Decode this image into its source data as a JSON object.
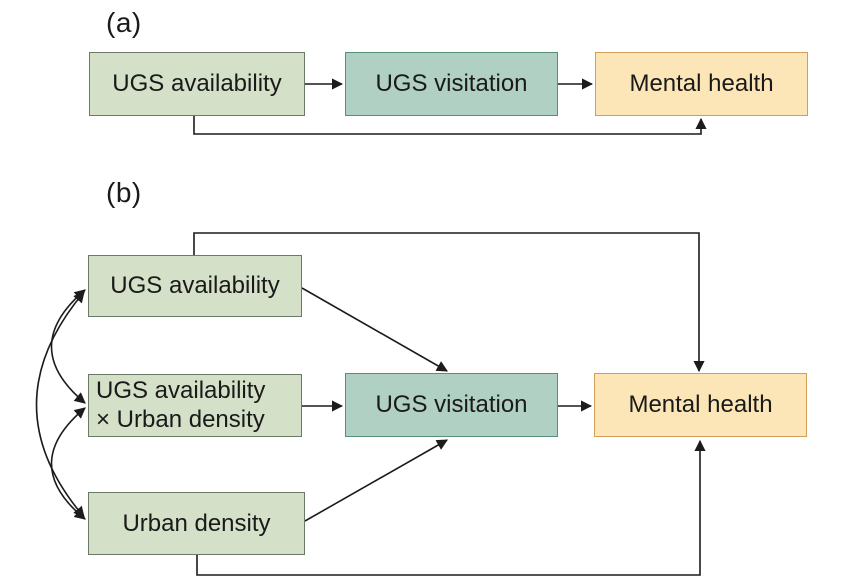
{
  "figure": {
    "type": "path-diagram",
    "panels": 2
  },
  "colors": {
    "background": "#ffffff",
    "green_fill": "#d4e0c8",
    "green_border": "#6b7a64",
    "teal_fill": "#b0d0c3",
    "teal_border": "#569079",
    "orange_fill": "#fce5b6",
    "orange_border": "#d29e5a",
    "line": "#1c1c1c",
    "text": "#1a1a1a"
  },
  "panel_a": {
    "label": "(a)",
    "nodes": {
      "ugs_availability": {
        "label": "UGS availability"
      },
      "ugs_visitation": {
        "label": "UGS visitation"
      },
      "mental_health": {
        "label": "Mental health"
      }
    },
    "edges": [
      {
        "from": "UGS availability",
        "to": "UGS visitation",
        "type": "directed"
      },
      {
        "from": "UGS visitation",
        "to": "Mental health",
        "type": "directed"
      },
      {
        "from": "UGS availability",
        "to": "Mental health",
        "type": "directed"
      }
    ]
  },
  "panel_b": {
    "label": "(b)",
    "nodes": {
      "ugs_availability": {
        "label": "UGS availability"
      },
      "interaction": {
        "label_line1": "UGS availability",
        "label_line2": "× Urban density"
      },
      "urban_density": {
        "label": "Urban density"
      },
      "ugs_visitation": {
        "label": "UGS visitation"
      },
      "mental_health": {
        "label": "Mental health"
      }
    },
    "edges": [
      {
        "from": "UGS availability",
        "to": "UGS visitation",
        "type": "directed"
      },
      {
        "from": "UGS availability × Urban density",
        "to": "UGS visitation",
        "type": "directed"
      },
      {
        "from": "Urban density",
        "to": "UGS visitation",
        "type": "directed"
      },
      {
        "from": "UGS visitation",
        "to": "Mental health",
        "type": "directed"
      },
      {
        "from": "UGS availability",
        "to": "Mental health",
        "type": "directed"
      },
      {
        "from": "Urban density",
        "to": "Mental health",
        "type": "directed"
      },
      {
        "from": "UGS availability",
        "to": "UGS availability × Urban density",
        "type": "bidirectional"
      },
      {
        "from": "UGS availability × Urban density",
        "to": "Urban density",
        "type": "bidirectional"
      },
      {
        "from": "UGS availability",
        "to": "Urban density",
        "type": "bidirectional"
      }
    ]
  }
}
